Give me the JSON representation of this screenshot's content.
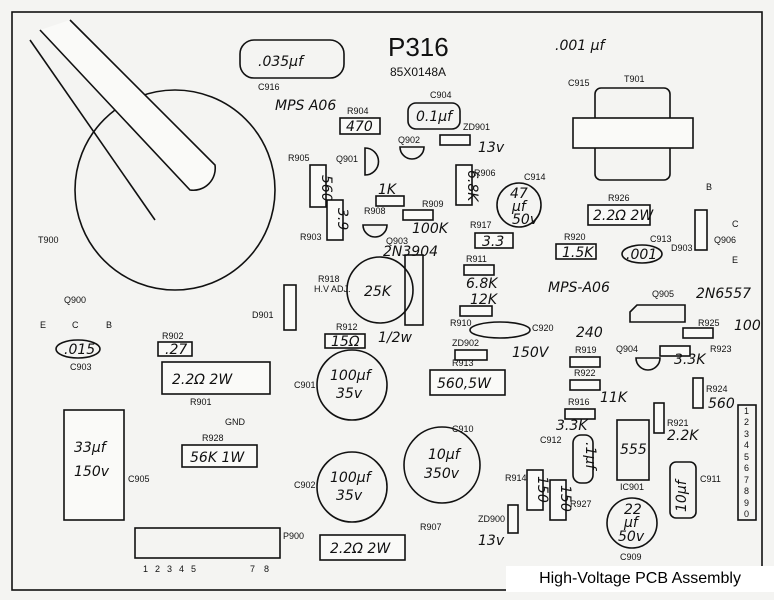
{
  "caption": "High-Voltage PCB Assembly",
  "title": {
    "board": "P316",
    "part": "85X0148A"
  },
  "labels": {
    "c916": "C916",
    "c916v": ".035µf",
    "c915v": ".001 µf",
    "c915": "C915",
    "t901": "T901",
    "mps1": "MPS A06",
    "r904": "R904",
    "r904v": "470",
    "c904": "C904",
    "c904v": "0.1µf",
    "q902": "Q902",
    "zd901": "ZD901",
    "zd901v": "13v",
    "r905": "R905",
    "r905v": "560",
    "q901": "Q901",
    "r903": "R903",
    "r903v": "3.9",
    "r908v": "1K",
    "r908": "R908",
    "r909": "R909",
    "r909v": "100K",
    "q903": "Q903",
    "q903v": "2N3904",
    "r906": "R906",
    "r906v": "6.8K",
    "c914": "C914",
    "c914a": "47",
    "c914b": "µf",
    "c914c": "50v",
    "r917": "R917",
    "r917v": "3.3",
    "r926": "R926",
    "r926v": "2.2Ω 2W",
    "r920": "R920",
    "r920v": "1.5K",
    "c913": "C913",
    "c913v": ".001",
    "d903": "D903",
    "q906": "Q906",
    "q906b": "B",
    "q906c": "C",
    "q906e": "E",
    "t900": "T900",
    "r918": "R918",
    "hvadj": "H.V ADJ.",
    "r918v": "25K",
    "r911": "R911",
    "r911v": "6.8K",
    "r910v": "12K",
    "r910": "R910",
    "c920": "C920",
    "d901": "D901",
    "q900": "Q900",
    "q900e": "E",
    "q900c": "C",
    "q900b": "B",
    "c903v": ".015",
    "c903": "C903",
    "r902": "R902",
    "r902v": ".27",
    "r901v": "2.2Ω 2W",
    "r901": "R901",
    "r912": "R912",
    "r912v": "15Ω",
    "r912w": "1/2w",
    "zd902": "ZD902",
    "zd902v": "150V",
    "r913": "R913",
    "r913v": "560,5W",
    "c901": "C901",
    "c901a": "100µf",
    "c901b": "35v",
    "mps2": "MPS-A06",
    "q905": "Q905",
    "q905v": "2N6557",
    "r925": "R925",
    "r925v": "100",
    "r919v": "240",
    "r919": "R919",
    "q904": "Q904",
    "r923": "R923",
    "r923v": "3.3K",
    "r922": "R922",
    "r922v": "11K",
    "r924": "R924",
    "r924v": "560",
    "r916": "R916",
    "r916v": "3.3K",
    "c912": "C912",
    "c912v": ".1µf",
    "r921": "R921",
    "r921v": "2.2K",
    "ic901v": "555",
    "ic901": "IC901",
    "gnd": "GND",
    "r928": "R928",
    "r928v": "56K 1W",
    "c905a": "33µf",
    "c905b": "150v",
    "c905": "C905",
    "c910": "C910",
    "c910a": "10µf",
    "c910b": "350v",
    "c902": "C902",
    "c902a": "100µf",
    "c902b": "35v",
    "r914": "R914",
    "r914v": "150",
    "r927v": "150",
    "r927": "R927",
    "c911": "C911",
    "c911v": "10µf",
    "zd900": "ZD900",
    "zd900v": "13v",
    "c909a": "22",
    "c909b": "µf",
    "c909c": "50v",
    "c909": "C909",
    "p900": "P900",
    "r907": "R907",
    "r907v": "2.2Ω 2W"
  },
  "p900_pins": [
    "1",
    "2",
    "3",
    "4",
    "5",
    "7",
    "8"
  ],
  "connector_pins": [
    "1",
    "2",
    "3",
    "4",
    "5",
    "6",
    "7",
    "8",
    "9",
    "0"
  ]
}
